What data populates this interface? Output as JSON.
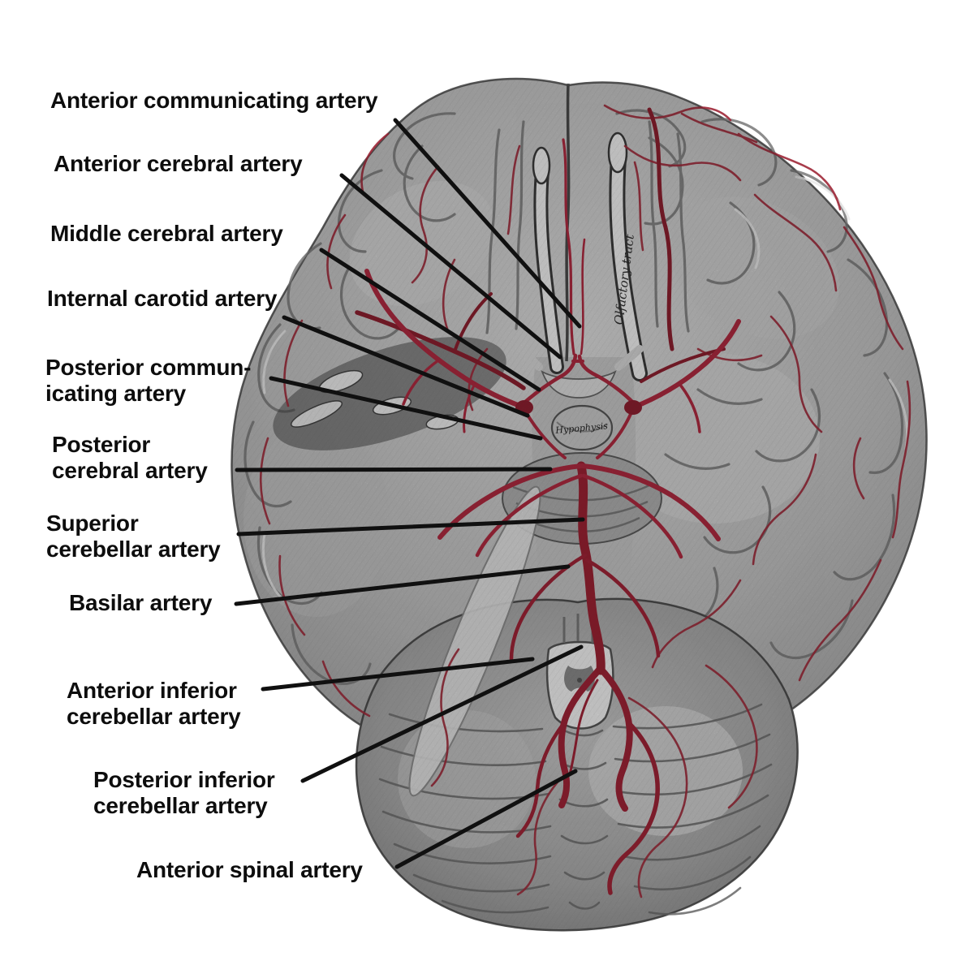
{
  "diagram": {
    "type": "anatomical-engraving",
    "subject": "Arteries of the base of the brain, inferior view",
    "labels": [
      {
        "id": "anterior-communicating-artery",
        "text": "Anterior communicating artery"
      },
      {
        "id": "anterior-cerebral-artery",
        "text": "Anterior cerebral artery"
      },
      {
        "id": "middle-cerebral-artery",
        "text": "Middle cerebral artery"
      },
      {
        "id": "internal-carotid-artery",
        "text": "Internal carotid artery"
      },
      {
        "id": "posterior-communicating-artery",
        "text": "Posterior commun-\nicating artery"
      },
      {
        "id": "posterior-cerebral-artery",
        "text": "Posterior\ncerebral artery"
      },
      {
        "id": "superior-cerebellar-artery",
        "text": "Superior\ncerebellar artery"
      },
      {
        "id": "basilar-artery",
        "text": "Basilar artery"
      },
      {
        "id": "anterior-inferior-cerebellar-artery",
        "text": "Anterior inferior\ncerebellar artery"
      },
      {
        "id": "posterior-inferior-cerebellar-artery",
        "text": "Posterior inferior\ncerebellar artery"
      },
      {
        "id": "anterior-spinal-artery",
        "text": "Anterior spinal artery"
      }
    ],
    "engraved_labels": {
      "olfactory_tract": "Olfactory tract",
      "hypophysis": "Hypophysis"
    },
    "colors": {
      "artery_red": "#a12c3c",
      "artery_deep_red": "#7c1b2a",
      "brain_light": "#d9d9d9",
      "brain_mid": "#b5b5b5",
      "brain_dark": "#5c5c5c",
      "leader_line": "#101010",
      "background": "#ffffff"
    }
  }
}
